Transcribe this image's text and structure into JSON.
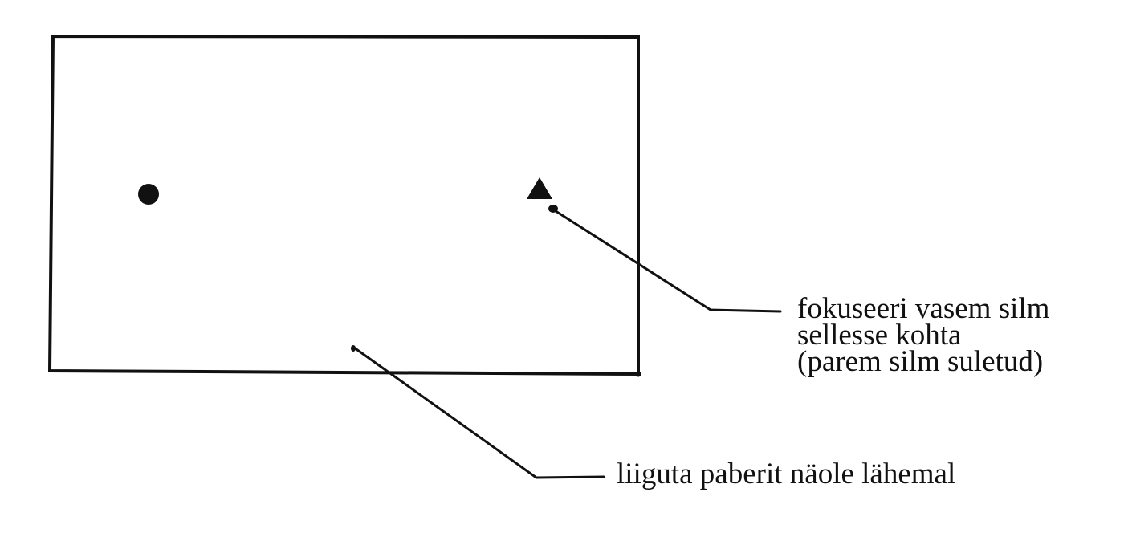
{
  "diagram": {
    "colors": {
      "background": "#ffffff",
      "ink": "#111111"
    },
    "shapes": {
      "card": "rectangle-outline",
      "left_marker": "filled-circle",
      "right_marker": "filled-triangle"
    },
    "annotations": {
      "focus": {
        "lines": [
          "fokuseeri vasem silm",
          "sellesse kohta",
          "(parem silm suletud)"
        ],
        "points_to": "right_marker"
      },
      "move": {
        "lines": [
          "liiguta paberit näole lähemal"
        ],
        "points_to": "card"
      }
    }
  }
}
